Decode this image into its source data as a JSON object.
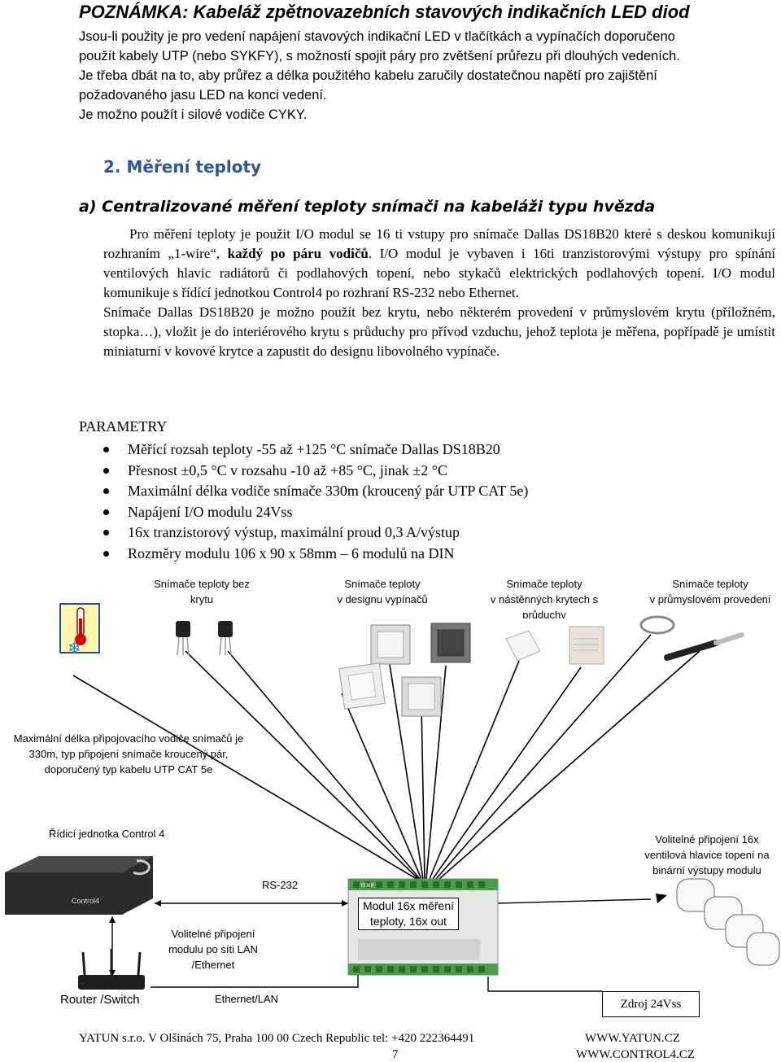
{
  "note": {
    "title": "POZNÁMKA:  Kabeláž zpětnovazebních stavových indikačních LED diod",
    "lines": [
      "Jsou-li použity je pro vedení napájení stavových indikační LED v tlačítkách a vypínačích doporučeno",
      "použít kabely UTP (nebo SYKFY), s možností spojit páry pro zvětšení průřezu při dlouhých vedeních.",
      "Je třeba dbát na to, aby průřez a délka použitého kabelu zaručily dostatečnou napětí pro zajištění",
      "požadovaného jasu LED na konci vedení.",
      "Je možno použít i silové vodiče CYKY."
    ]
  },
  "section": {
    "heading": "2. Měření teploty",
    "subheading": "a) Centralizované měření teploty snímači na kabeláži typu hvězda",
    "p1_start": "Pro měření teploty je použit I/O modul se 16 ti vstupy pro snímače Dallas DS18B20  které s deskou komunikují rozhraním „1-wire“, ",
    "p1_bold": "každý po páru vodičů",
    "p1_end": ". I/O modul je vybaven i 16ti tranzistorovými výstupy pro spínání ventilových hlavic radiátorů či podlahových topení, nebo stykačů elektrických podlahových topení.  I/O modul komunikuje s řídící jednotkou Control4 po rozhraní RS-232 nebo Ethernet.",
    "p2": "Snímače Dallas DS18B20 je možno použít bez krytu, nebo některém provedení v průmyslovém krytu (příložném, stopka…), vložit je do interiérového krytu s průduchy pro přívod vzduchu, jehož teplota je měřena, popřípadě je umístit miniaturní v kovové krytce a zapustit do designu libovolného vypínače."
  },
  "parameters": {
    "title": "PARAMETRY",
    "items": [
      "Měřící rozsah teploty -55 až +125 °C snímače Dallas DS18B20",
      "Přesnost ±0,5 °C v rozsahu -10 až +85 °C, jinak ±2 °C",
      "Maximální délka vodiče snímače 330m (kroucený pár UTP CAT 5e)",
      "Napájení I/O modulu  24Vss",
      "16x tranzistorový výstup, maximální proud 0,3 A/výstup",
      "Rozměry modulu 106 x 90 x 58mm – 6 modulů na DIN"
    ]
  },
  "diagram": {
    "sensor_bare": [
      "Snímače teploty bez",
      "krytu"
    ],
    "sensor_switch": [
      "Snímače teploty",
      "v designu vypínačů"
    ],
    "sensor_wall": [
      "Snímače teploty",
      "v nástěnných krytech s",
      "průduchy"
    ],
    "sensor_industrial": [
      "Snímače teploty",
      "v průmyslovém provedení"
    ],
    "cable_note": [
      "Maximální délka připojovacího vodiče snímačů je",
      "330m, typ připojení snímače kroucený pár,",
      "doporučený typ kabelu UTP CAT 5e"
    ],
    "controller": "Řídicí jednotka Control 4",
    "rs232": "RS-232",
    "module": [
      "Modul 16x měření",
      "teploty, 16x out"
    ],
    "lan_option": [
      "Volitelné připojení",
      "modulu  po síti LAN",
      "/Ethernet"
    ],
    "valves": [
      "Volitelné připojení 16x",
      "ventilová hlavice topení na",
      "binární výstupy modulu"
    ],
    "router": "Router /Switch",
    "ethernet": "Ethernet/LAN",
    "psu": "Zdroj 24Vss",
    "control4_logo": "Control4",
    "module_tag": "TEMP"
  },
  "footer": {
    "address": "YATUN s.r.o. V Olšinách 75,  Praha  100 00  Czech Republic  tel: +420  222364491",
    "web1": "WWW.YATUN.CZ",
    "page": "7",
    "web2": "WWW.CONTROL4.CZ"
  }
}
